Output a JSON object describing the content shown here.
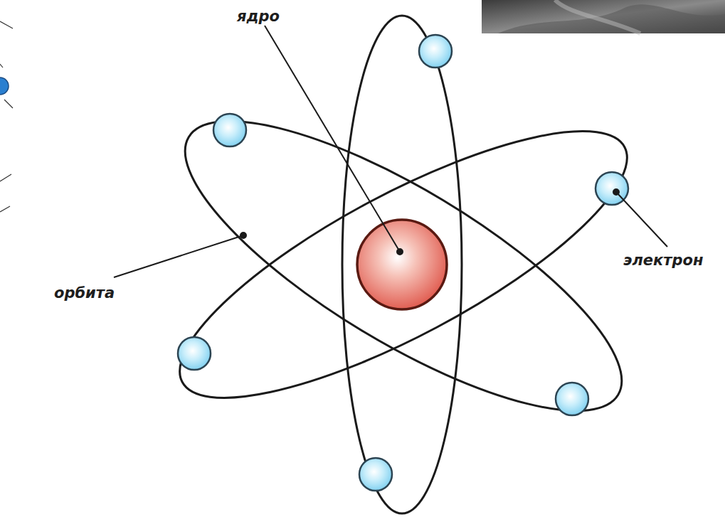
{
  "diagram": {
    "labels": [
      "ядро",
      "электрон",
      "орбита"
    ]
  }
}
